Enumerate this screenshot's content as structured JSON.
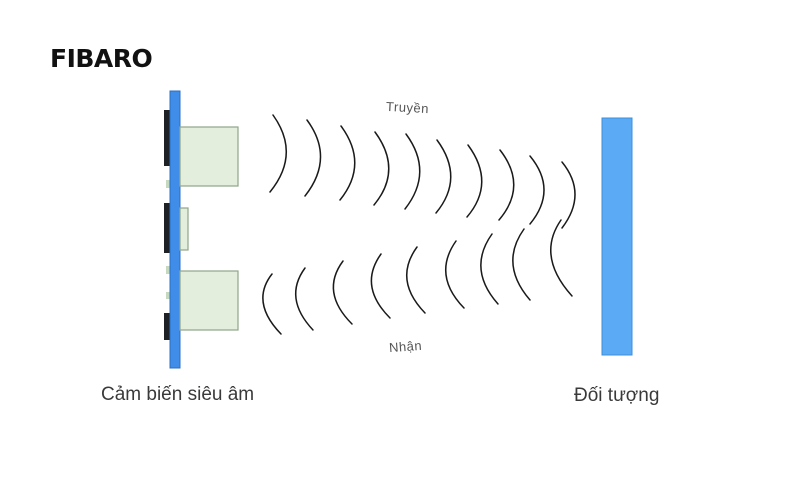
{
  "brand": {
    "logo_text": "FIBARO"
  },
  "labels": {
    "sensor": "Cảm biến siêu âm",
    "object": "Đối tượng",
    "transmit": "Truyền",
    "receive": "Nhận"
  },
  "colors": {
    "board_blue": "#3f8de8",
    "object_blue": "#5aaaf5",
    "transducer_fill": "#e3efdc",
    "transducer_stroke": "#8fa58a",
    "chip_dark": "#1e2126",
    "wave_stroke": "#1a1a1a"
  }
}
